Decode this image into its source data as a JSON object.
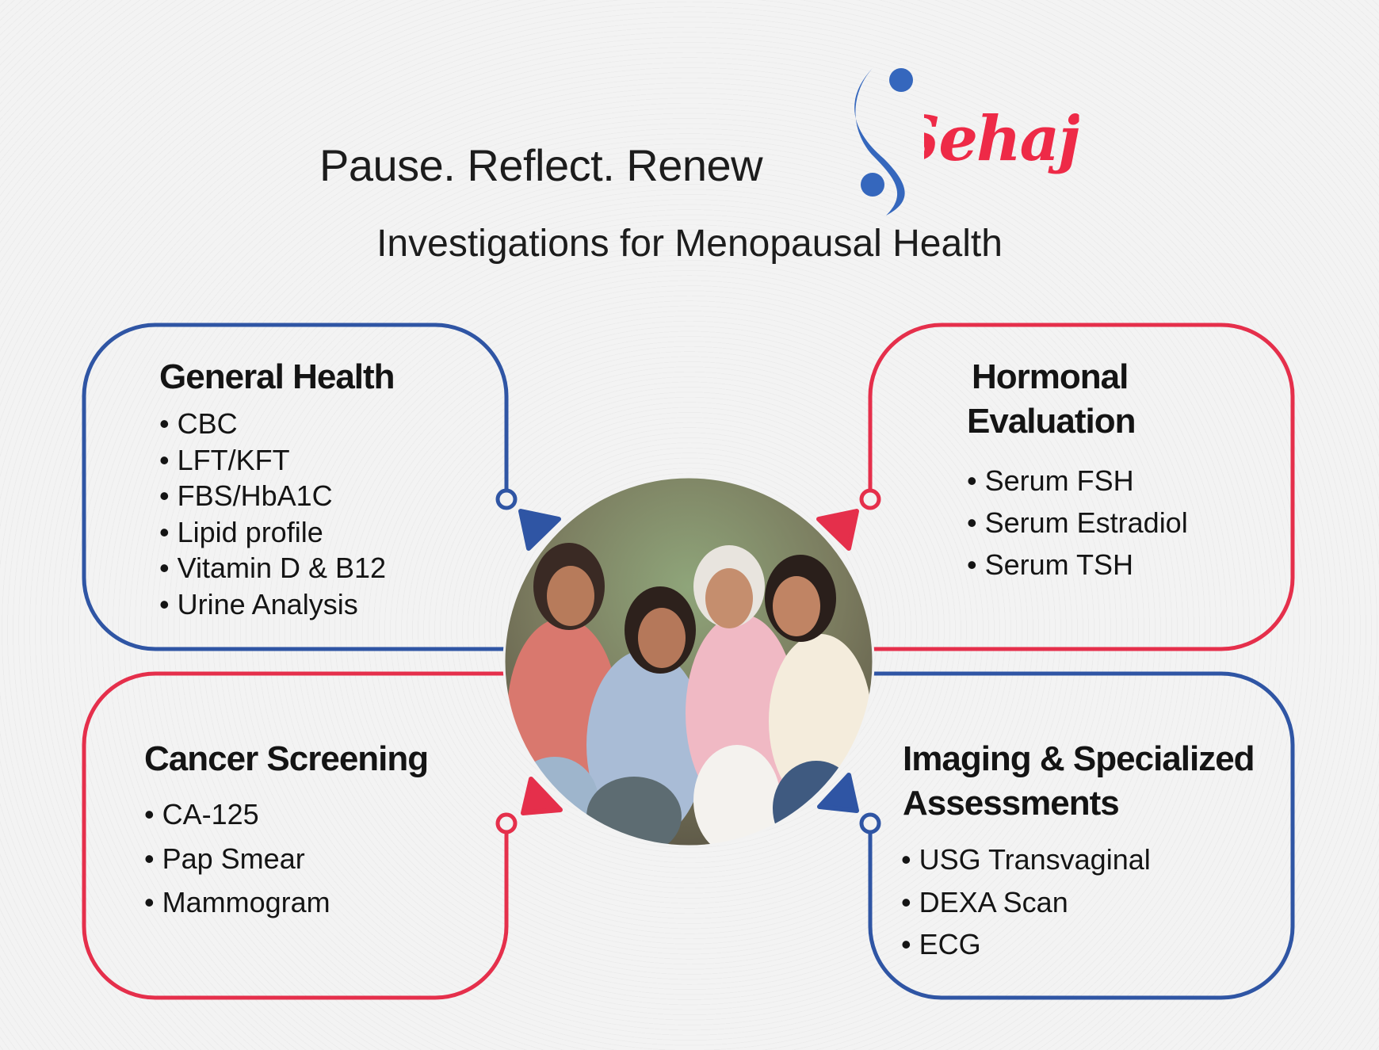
{
  "header": {
    "tagline": "Pause. Reflect. Renew",
    "brand": "Sehaj",
    "subtitle": "Investigations for Menopausal Health"
  },
  "colors": {
    "blue": "#2f55a4",
    "red": "#e52f4b"
  },
  "sections": [
    {
      "title": "General Health",
      "items": [
        "CBC",
        "LFT/KFT",
        "FBS/HbA1C",
        "Lipid profile",
        "Vitamin D & B12",
        "Urine Analysis"
      ]
    },
    {
      "title_lines": [
        "Hormonal",
        "Evaluation"
      ],
      "items": [
        "Serum FSH",
        "Serum Estradiol",
        "Serum TSH"
      ]
    },
    {
      "title": "Cancer Screening",
      "items": [
        "CA-125",
        "Pap Smear",
        "Mammogram"
      ]
    },
    {
      "title_lines": [
        "Imaging & Specialized",
        "Assessments"
      ],
      "items": [
        "USG Transvaginal",
        "DEXA Scan",
        "ECG"
      ]
    }
  ]
}
